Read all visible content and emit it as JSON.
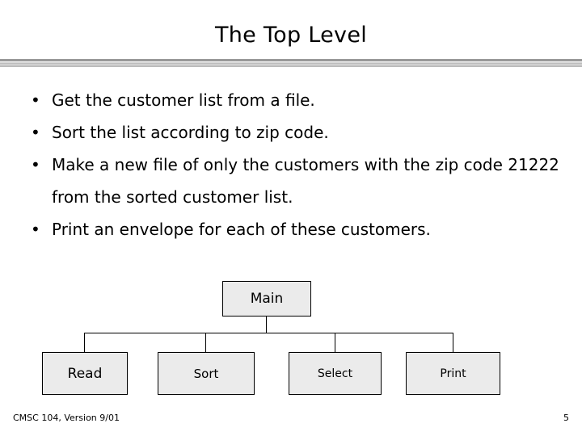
{
  "slide": {
    "title": "The Top Level",
    "bullets": [
      {
        "marker": "•",
        "text": "Get the customer list from a file."
      },
      {
        "marker": "•",
        "text": "Sort the list according to zip code."
      },
      {
        "marker": "•",
        "text": "Make a new file of only the customers with the zip code 21222 from the sorted customer list."
      },
      {
        "marker": "•",
        "text": "Print an envelope for each of these customers."
      }
    ],
    "diagram": {
      "root": "Main",
      "children": [
        "Read",
        "Sort",
        "Select",
        "Print"
      ]
    },
    "footer": {
      "left": "CMSC 104, Version 9/01",
      "page_number": "5"
    },
    "colors": {
      "node_fill": "#ebebeb",
      "node_border": "#000000",
      "rule": "#999999",
      "text": "#000000"
    }
  }
}
